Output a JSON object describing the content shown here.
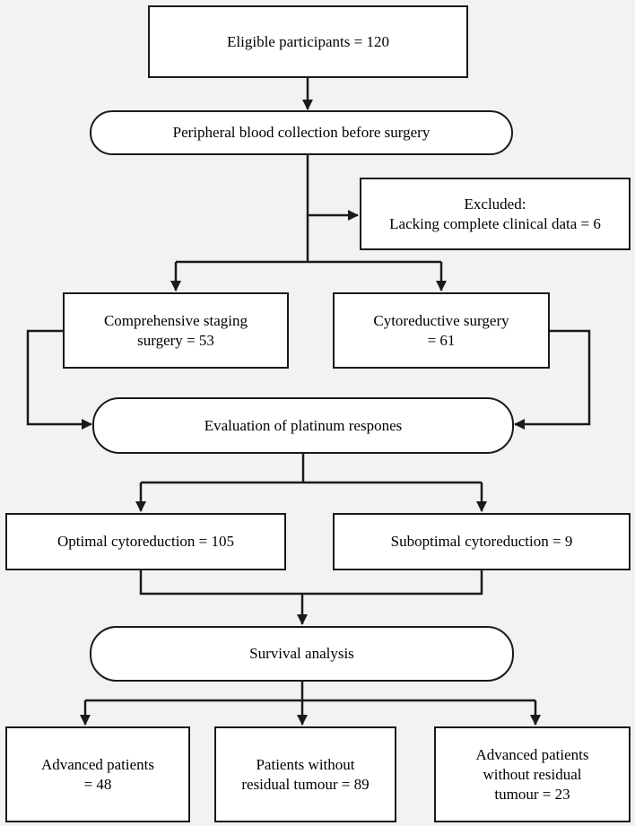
{
  "nodes": {
    "eligible": "Eligible participants = 120",
    "blood": "Peripheral blood collection before surgery",
    "excluded": "Excluded:\nLacking complete clinical data = 6",
    "staging": "Comprehensive staging\nsurgery = 53",
    "cytoreductive": "Cytoreductive surgery\n= 61",
    "platinum": "Evaluation of platinum respones",
    "optimal": "Optimal cytoreduction = 105",
    "suboptimal": "Suboptimal cytoreduction = 9",
    "survival": "Survival analysis",
    "advanced": "Advanced patients\n= 48",
    "no_residual": "Patients without\nresidual tumour = 89",
    "advanced_no_residual": "Advanced patients\nwithout residual\ntumour = 23"
  },
  "colors": {
    "background": "#f2f2f2",
    "box_fill": "#ffffff",
    "line": "#1a1a1a"
  }
}
